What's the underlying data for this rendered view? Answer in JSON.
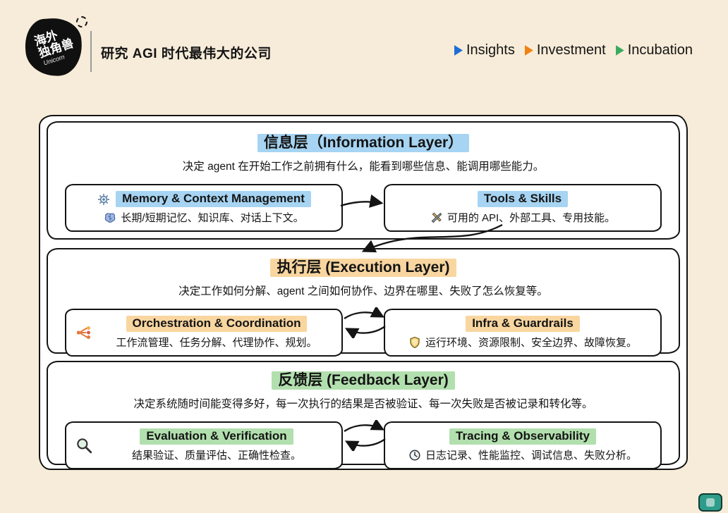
{
  "page": {
    "background": "#f7ecd9"
  },
  "header": {
    "logo": {
      "line1": "海外",
      "line2": "独角兽",
      "script": "Unicorn"
    },
    "tagline": "研究 AGI 时代最伟大的公司",
    "nav": [
      {
        "label": "Insights",
        "color": "#1f6ed4"
      },
      {
        "label": "Investment",
        "color": "#f08114"
      },
      {
        "label": "Incubation",
        "color": "#3aaa5f"
      }
    ]
  },
  "layers": [
    {
      "name": "信息层",
      "title": "信息层（Information Layer）",
      "subtitle": "决定 agent 在开始工作之前拥有什么，能看到哪些信息、能调用哪些能力。",
      "highlight": "#a6d4f2",
      "boxes": [
        {
          "title_icon": "gear-icon",
          "title": "Memory & Context Management",
          "desc_icon": "brain-icon",
          "desc": "长期/短期记忆、知识库、对话上下文。"
        },
        {
          "title": "Tools & Skills",
          "desc_icon": "tools-icon",
          "desc": "可用的 API、外部工具、专用技能。"
        }
      ]
    },
    {
      "name": "执行层",
      "title": "执行层 (Execution Layer)",
      "subtitle": "决定工作如何分解、agent 之间如何协作、边界在哪里、失败了怎么恢复等。",
      "highlight": "#f9d6a0",
      "boxes": [
        {
          "side_icon": "orchestration-icon",
          "title": "Orchestration & Coordination",
          "desc": "工作流管理、任务分解、代理协作、规划。"
        },
        {
          "title": "Infra & Guardrails",
          "desc_icon": "shield-icon",
          "desc": "运行环境、资源限制、安全边界、故障恢复。"
        }
      ]
    },
    {
      "name": "反馈层",
      "title": "反馈层 (Feedback Layer)",
      "subtitle": "决定系统随时间能变得多好，每一次执行的结果是否被验证、每一次失败是否被记录和转化等。",
      "highlight": "#b2dfae",
      "boxes": [
        {
          "side_icon": "magnifier-icon",
          "title": "Evaluation & Verification",
          "desc": "结果验证、质量评估、正确性检查。"
        },
        {
          "title": "Tracing & Observability",
          "desc_icon": "clock-icon",
          "desc": "日志记录、性能监控、调试信息、失败分析。"
        }
      ]
    }
  ],
  "watermark": {
    "color": "#2e9c8a"
  }
}
